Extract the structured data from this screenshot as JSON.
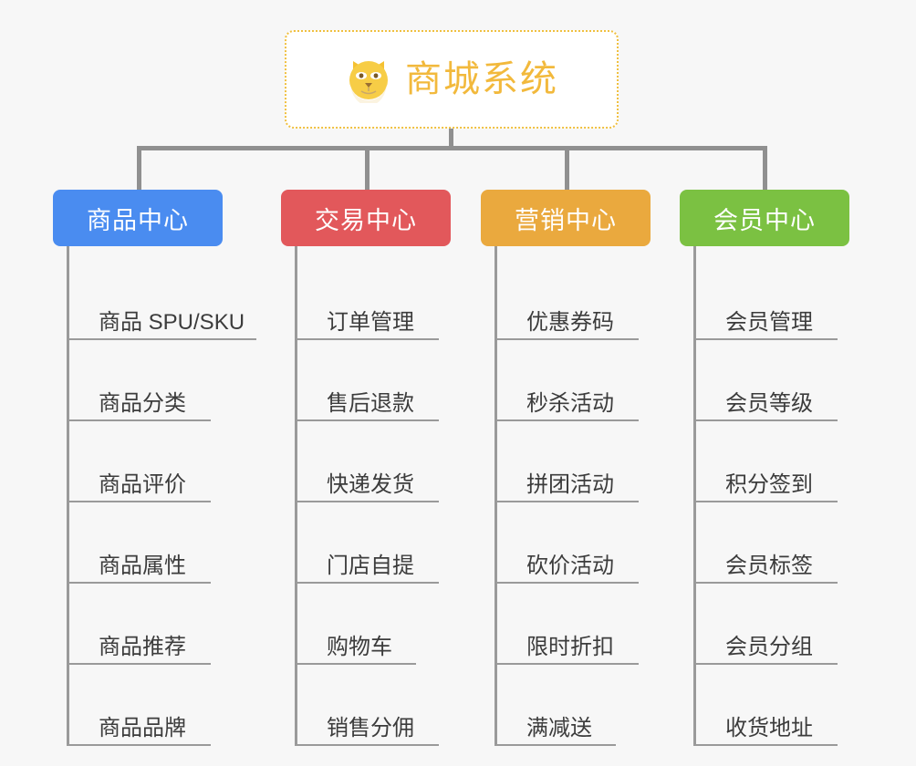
{
  "root": {
    "title": "商城系统",
    "icon": "shiba-dog-face-icon",
    "border_color": "#f0c040",
    "text_color": "#f2b93c",
    "background": "#ffffff"
  },
  "canvas": {
    "background": "#f7f7f7",
    "line_color": "#909090"
  },
  "branches": [
    {
      "label": "商品中心",
      "color": "#4a8cf0",
      "items": [
        {
          "label": "商品 SPU/SKU",
          "underline_width": 205
        },
        {
          "label": "商品分类",
          "underline_width": 155
        },
        {
          "label": "商品评价",
          "underline_width": 155
        },
        {
          "label": "商品属性",
          "underline_width": 155
        },
        {
          "label": "商品推荐",
          "underline_width": 155
        },
        {
          "label": "商品品牌",
          "underline_width": 155
        }
      ]
    },
    {
      "label": "交易中心",
      "color": "#e2585b",
      "items": [
        {
          "label": "订单管理",
          "underline_width": 155
        },
        {
          "label": "售后退款",
          "underline_width": 155
        },
        {
          "label": "快递发货",
          "underline_width": 155
        },
        {
          "label": "门店自提",
          "underline_width": 155
        },
        {
          "label": "购物车",
          "underline_width": 130
        },
        {
          "label": "销售分佣",
          "underline_width": 155
        }
      ]
    },
    {
      "label": "营销中心",
      "color": "#eaa93e",
      "items": [
        {
          "label": "优惠券码",
          "underline_width": 155
        },
        {
          "label": "秒杀活动",
          "underline_width": 155
        },
        {
          "label": "拼团活动",
          "underline_width": 155
        },
        {
          "label": "砍价活动",
          "underline_width": 155
        },
        {
          "label": "限时折扣",
          "underline_width": 155
        },
        {
          "label": "满减送",
          "underline_width": 130
        }
      ]
    },
    {
      "label": "会员中心",
      "color": "#7bc142",
      "items": [
        {
          "label": "会员管理",
          "underline_width": 155
        },
        {
          "label": "会员等级",
          "underline_width": 155
        },
        {
          "label": "积分签到",
          "underline_width": 155
        },
        {
          "label": "会员标签",
          "underline_width": 155
        },
        {
          "label": "会员分组",
          "underline_width": 155
        },
        {
          "label": "收货地址",
          "underline_width": 155
        }
      ]
    }
  ]
}
